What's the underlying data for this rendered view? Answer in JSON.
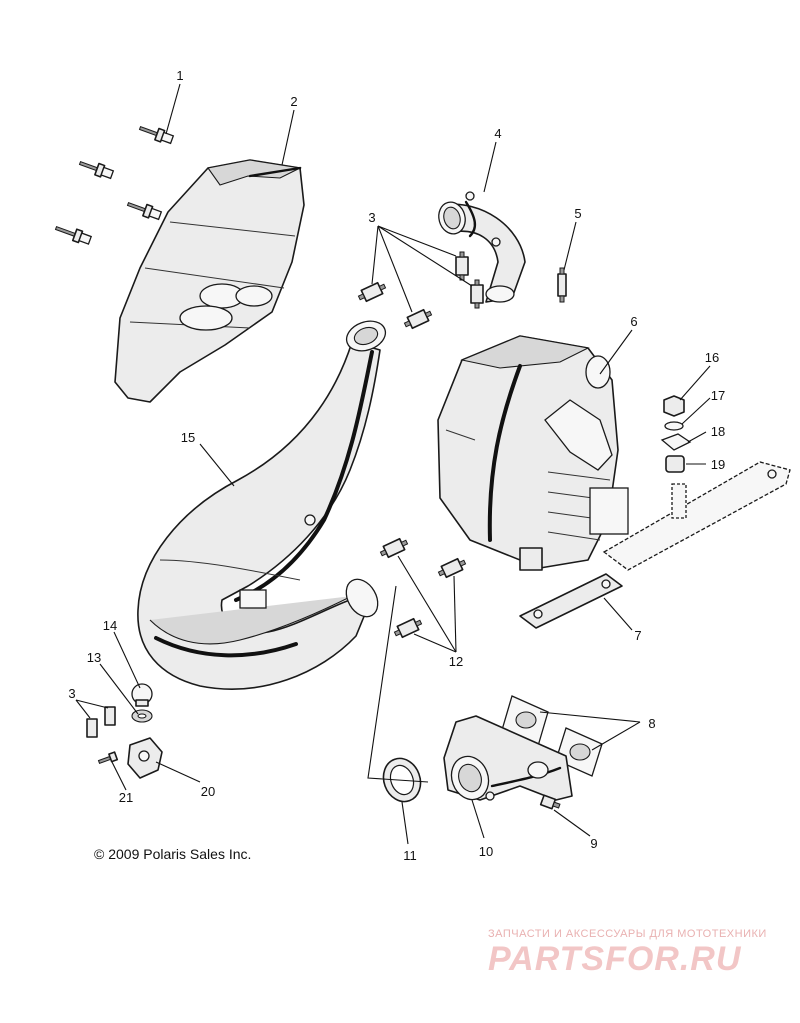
{
  "copyright": "© 2009 Polaris Sales Inc.",
  "watermark": {
    "tagline": "ЗАПЧАСТИ И АКСЕССУАРЫ ДЛЯ МОТОТЕХНИКИ",
    "logo": "PARTSFOR.RU",
    "color": "#f2c6c6"
  },
  "callouts": {
    "c1": "1",
    "c2": "2",
    "c3a": "3",
    "c3b": "3",
    "c4": "4",
    "c5": "5",
    "c6": "6",
    "c7": "7",
    "c8": "8",
    "c9": "9",
    "c10": "10",
    "c11": "11",
    "c12": "12",
    "c13": "13",
    "c14": "14",
    "c15": "15",
    "c16": "16",
    "c17": "17",
    "c18": "18",
    "c19": "19",
    "c20": "20",
    "c21": "21"
  }
}
